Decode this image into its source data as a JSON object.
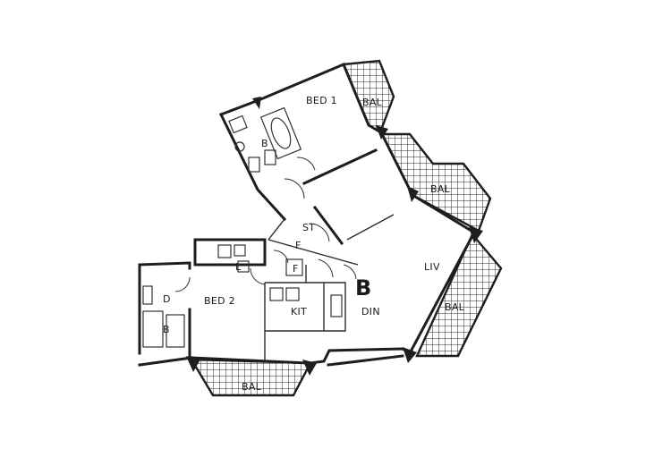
{
  "plan": {
    "unit_label": "B",
    "rooms": {
      "bed1": "BED 1",
      "bed2": "BED 2",
      "liv": "LIV",
      "din": "DIN",
      "kit": "KIT",
      "st": "ST",
      "f1": "F",
      "f2": "F",
      "l": "L",
      "d": "D",
      "b1": "B",
      "b2": "B"
    },
    "balconies": {
      "bal_bed1": "BAL",
      "bal_upper": "BAL",
      "bal_right": "BAL",
      "bal_bottom": "BAL"
    }
  }
}
